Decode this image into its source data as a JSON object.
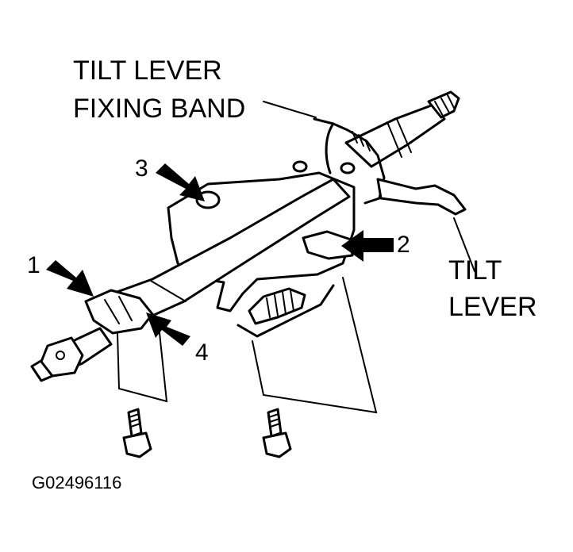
{
  "labels": {
    "tilt_lever_fixing_band_line1": "TILT LEVER",
    "tilt_lever_fixing_band_line2": "FIXING BAND",
    "tilt_lever_line1": "TILT",
    "tilt_lever_line2": "LEVER",
    "callout_1": "1",
    "callout_2": "2",
    "callout_3": "3",
    "callout_4": "4",
    "figure_id": "G02496116"
  }
}
